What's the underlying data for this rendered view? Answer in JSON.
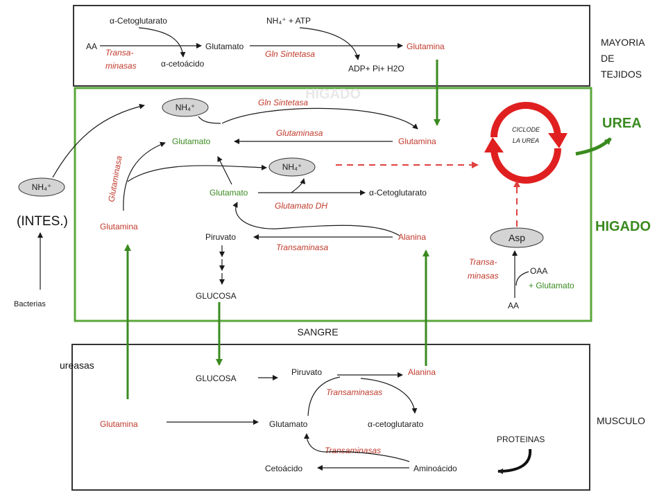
{
  "compartments": {
    "tejidos": "MAYORIA DE TEJIDOS",
    "tejidos_lines": [
      "MAYORIA",
      "DE",
      "TEJIDOS"
    ],
    "higado": "HIGADO",
    "musculo": "MUSCULO",
    "sangre": "SANGRE",
    "intestino": "(INTES.)",
    "urea": "UREA",
    "hidden_title": "HIGADO"
  },
  "tejidos": {
    "aa": "AA",
    "alfa_cetoglutarato": "α-Cetoglutarato",
    "glutamato": "Glutamato",
    "alfa_cetoacido": "α-cetoácido",
    "transaminasas_1": "Transa-",
    "transaminasas_2": "minasas",
    "nh4_atp": "NH₄⁺ + ATP",
    "gln_sintetasa": "Gln Sintetasa",
    "glutamina": "Glutamina",
    "adp": "ADP+ Pi+ H2O"
  },
  "higado": {
    "nh4_top": "NH₄⁺",
    "gln_sintetasa": "Gln Sintetasa",
    "glutamato_1": "Glutamato",
    "glutaminasa_h": "Glutaminasa",
    "glutamina_r": "Glutamina",
    "glutaminasa_v": "Glutaminasa",
    "nh4_mid": "NH₄⁺",
    "glutamato_2": "Glutamato",
    "alfa_cetoglutarato": "α-Cetoglutarato",
    "glutamato_dh": "Glutamato DH",
    "glutamina_l": "Glutamina",
    "piruvato": "Piruvato",
    "transaminasa": "Transaminasa",
    "alanina": "Alanina",
    "glucosa": "GLUCOSA",
    "ciclo_1": "CICLODE",
    "ciclo_2": "LA UREA",
    "asp": "Asp",
    "transa_1": "Transa-",
    "transa_2": "minasas",
    "oaa": "OAA",
    "mas_glutamato": "+ Glutamato",
    "aa": "AA"
  },
  "intestino": {
    "nh4": "NH₄⁺",
    "bacterias": "Bacterias",
    "ureasas": "ureasas"
  },
  "musculo": {
    "glucosa": "GLUCOSA",
    "piruvato": "Piruvato",
    "alanina": "Alanina",
    "transaminasas_1": "Transaminasas",
    "glutamina": "Glutamina",
    "glutamato": "Glutamato",
    "alfa_cetoglutarato": "α-cetoglutarato",
    "transaminasas_2": "Transaminasas",
    "proteinas": "PROTEINAS",
    "cetoacido": "Cetoácido",
    "aminoacido": "Aminoácido"
  },
  "colors": {
    "red": "#c0392b",
    "green": "#3a8a1f",
    "black": "#1a1a1a",
    "box_green": "#5aa73a"
  }
}
